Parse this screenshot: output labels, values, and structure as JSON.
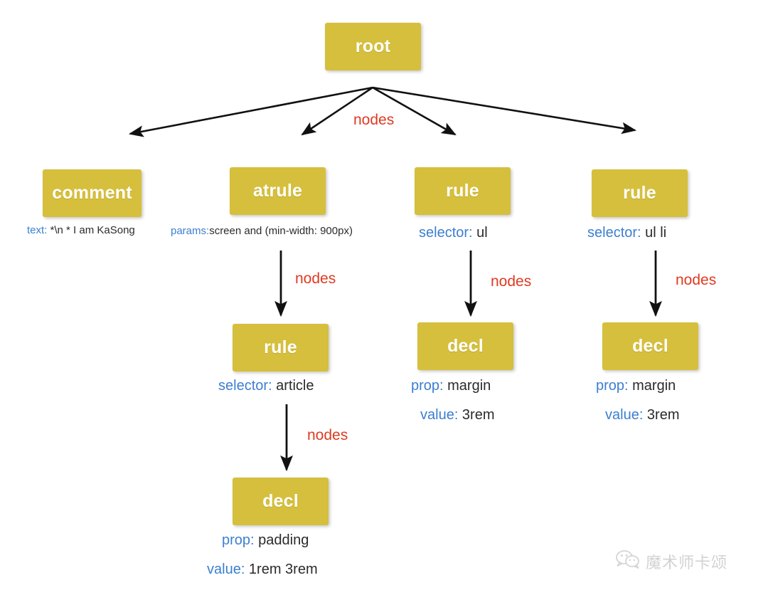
{
  "diagram": {
    "title": "PostCSS AST node tree",
    "box_color": "#d6bf3c",
    "key_color": "#3c7fd0",
    "edge_label_color": "#e03a21",
    "edge_label": "nodes",
    "nodes": {
      "root": {
        "label": "root"
      },
      "comment": {
        "label": "comment",
        "attrs": [
          {
            "key": "text:",
            "value": " *\\n * I am KaSong"
          }
        ]
      },
      "atrule": {
        "label": "atrule",
        "attrs": [
          {
            "key": "params:",
            "value": "screen and (min-width: 900px)"
          }
        ]
      },
      "rule_ul": {
        "label": "rule",
        "attrs": [
          {
            "key": "selector:",
            "value": " ul"
          }
        ]
      },
      "rule_ul_li": {
        "label": "rule",
        "attrs": [
          {
            "key": "selector:",
            "value": " ul li"
          }
        ]
      },
      "rule_article": {
        "label": "rule",
        "attrs": [
          {
            "key": "selector:",
            "value": " article"
          }
        ]
      },
      "decl_margin_ul": {
        "label": "decl",
        "attrs": [
          {
            "key": "prop:",
            "value": " margin"
          },
          {
            "key": "value:",
            "value": " 3rem"
          }
        ]
      },
      "decl_margin_ul_li": {
        "label": "decl",
        "attrs": [
          {
            "key": "prop:",
            "value": " margin"
          },
          {
            "key": "value:",
            "value": " 3rem"
          }
        ]
      },
      "decl_padding": {
        "label": "decl",
        "attrs": [
          {
            "key": "prop:",
            "value": " padding"
          },
          {
            "key": "value:",
            "value": " 1rem 3rem"
          }
        ]
      }
    },
    "edge_labels": {
      "root_to_children": "nodes",
      "atrule_to_rule": "nodes",
      "rule_ul_to_decl": "nodes",
      "rule_ul_li_to_decl": "nodes",
      "rule_article_to_decl": "nodes"
    }
  },
  "watermark": {
    "icon": "wechat-icon",
    "text": "魔术师卡颂"
  }
}
